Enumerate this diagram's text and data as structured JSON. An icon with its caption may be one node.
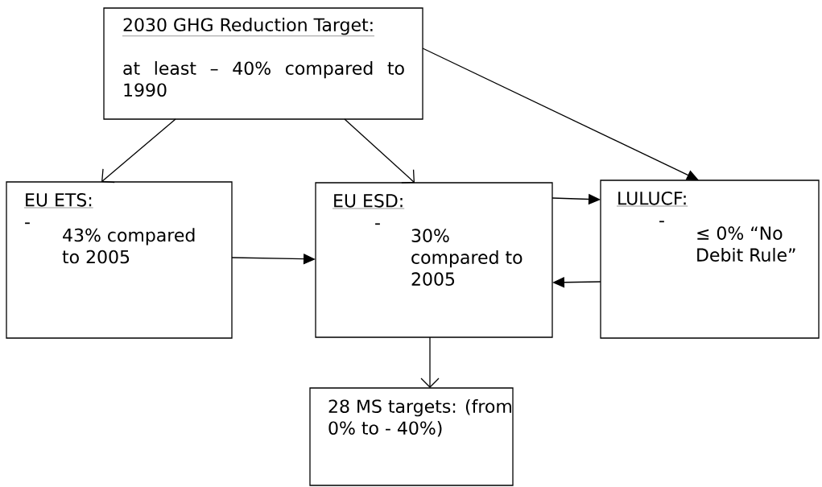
{
  "diagram": {
    "nodes": [
      {
        "text": [
          "2030 GHG Reduction Target:",
          "at least – 40% compared to 1990"
        ]
      },
      {
        "text": [
          "EU ETS:",
          "-",
          "43% compared to 2005"
        ]
      },
      {
        "text": [
          "EU ESD:",
          "-",
          "30% compared to 2005"
        ]
      },
      {
        "text": [
          "LULUCF:",
          "-",
          "≤ 0% “No Debit Rule”"
        ]
      },
      {
        "text": [
          "28 MS targets: (from 0% to - 40%)"
        ]
      }
    ],
    "edges": [
      {
        "from": 0,
        "to": 1,
        "arrow": "to"
      },
      {
        "from": 0,
        "to": 2,
        "arrow": "to"
      },
      {
        "from": 0,
        "to": 3,
        "arrow": "to"
      },
      {
        "from": 1,
        "to": 2,
        "arrow": "to"
      },
      {
        "from": 2,
        "to": 3,
        "arrow": "to"
      },
      {
        "from": 3,
        "to": 2,
        "arrow": "to"
      },
      {
        "from": 2,
        "to": 4,
        "arrow": "to"
      }
    ]
  }
}
